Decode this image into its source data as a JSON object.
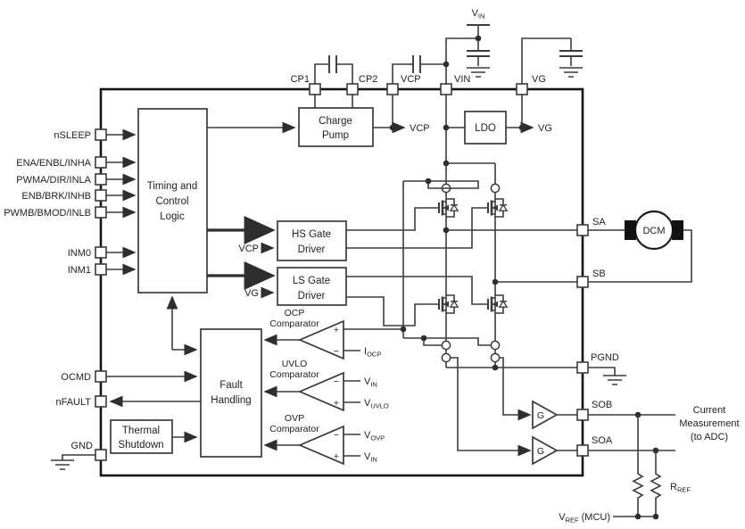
{
  "colors": {
    "wire": "#3c3c3c",
    "boundary": "#141414",
    "background": "#ffffff"
  },
  "pins": {
    "left": [
      {
        "label": "nSLEEP"
      },
      {
        "label": "ENA/ENBL/INHA"
      },
      {
        "label": "PWMA/DIR/INLA"
      },
      {
        "label": "ENB/BRK/INHB"
      },
      {
        "label": "PWMB/BMOD/INLB"
      },
      {
        "label": "INM0"
      },
      {
        "label": "INM1"
      },
      {
        "label": "OCMD"
      },
      {
        "label": "nFAULT"
      },
      {
        "label": "GND"
      }
    ],
    "top": [
      {
        "label": "CP1"
      },
      {
        "label": "CP2"
      },
      {
        "label": "VCP"
      },
      {
        "label": "VIN"
      },
      {
        "label": "VG"
      }
    ],
    "right": [
      {
        "label": "SA"
      },
      {
        "label": "SB"
      },
      {
        "label": "PGND"
      },
      {
        "label": "SOB"
      },
      {
        "label": "SOA"
      }
    ]
  },
  "blocks": {
    "timing": {
      "line1": "Timing and",
      "line2": "Control",
      "line3": "Logic"
    },
    "charge_pump": {
      "line1": "Charge",
      "line2": "Pump"
    },
    "ldo": {
      "label": "LDO"
    },
    "hs_driver": {
      "line1": "HS Gate",
      "line2": "Driver"
    },
    "ls_driver": {
      "line1": "LS Gate",
      "line2": "Driver"
    },
    "fault": {
      "line1": "Fault",
      "line2": "Handling"
    },
    "thermal": {
      "line1": "Thermal",
      "line2": "Shutdown"
    }
  },
  "comparators": {
    "ocp": {
      "title1": "OCP",
      "title2": "Comparator",
      "sign_top": "+",
      "sign_bottom": "−",
      "input_bottom": {
        "main": "I",
        "sub": "OCP"
      }
    },
    "uvlo": {
      "title1": "UVLO",
      "title2": "Comparator",
      "sign_top": "−",
      "sign_bottom": "+",
      "input_top": {
        "main": "V",
        "sub": "IN"
      },
      "input_bottom": {
        "main": "V",
        "sub": "UVLO"
      }
    },
    "ovp": {
      "title1": "OVP",
      "title2": "Comparator",
      "sign_top": "−",
      "sign_bottom": "+",
      "input_top": {
        "main": "V",
        "sub": "OVP"
      },
      "input_bottom": {
        "main": "V",
        "sub": "IN"
      }
    }
  },
  "signals": {
    "vcp_out": "VCP",
    "vg_out": "VG",
    "vcp_drv": "VCP",
    "vg_drv": "VG",
    "vin_supply": {
      "main": "V",
      "sub": "IN"
    },
    "gain_a": "G",
    "gain_b": "G",
    "motor": "DCM",
    "rref": {
      "main": "R",
      "sub": "REF"
    },
    "vref": {
      "main": "V",
      "sub": "REF",
      "suffix": " (MCU)"
    },
    "current_measurement": {
      "line1": "Current",
      "line2": "Measurement",
      "line3": "(to ADC)"
    }
  }
}
